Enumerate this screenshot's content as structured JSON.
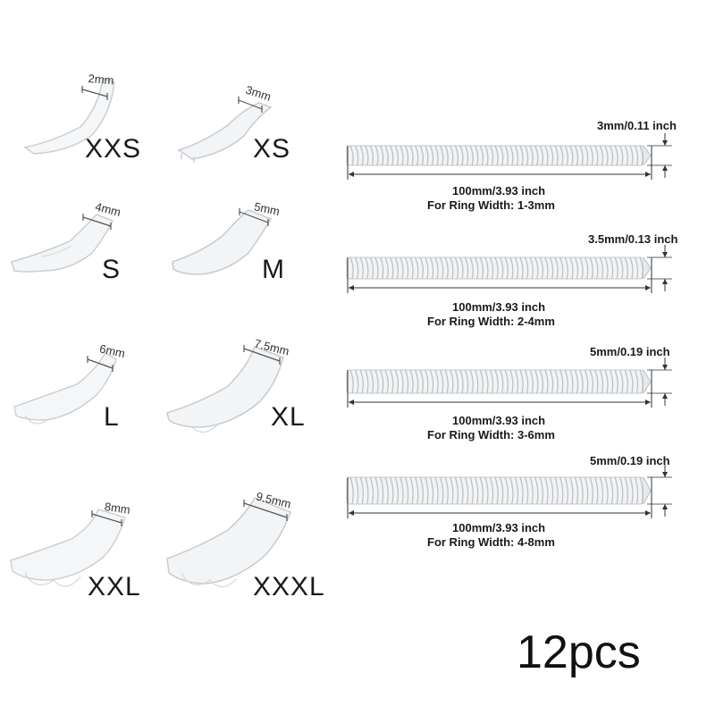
{
  "adjusters": [
    {
      "size": "XXS",
      "thickness": "2mm"
    },
    {
      "size": "XS",
      "thickness": "3mm"
    },
    {
      "size": "S",
      "thickness": "4mm"
    },
    {
      "size": "M",
      "thickness": "5mm"
    },
    {
      "size": "L",
      "thickness": "6mm"
    },
    {
      "size": "XL",
      "thickness": "7.5mm"
    },
    {
      "size": "XXL",
      "thickness": "8mm"
    },
    {
      "size": "XXXL",
      "thickness": "9.5mm"
    }
  ],
  "spirals": [
    {
      "diameter": "3mm/0.11 inch",
      "length": "100mm/3.93 inch",
      "ring_width": "For Ring Width: 1-3mm"
    },
    {
      "diameter": "3.5mm/0.13 inch",
      "length": "100mm/3.93 inch",
      "ring_width": "For Ring Width: 2-4mm"
    },
    {
      "diameter": "5mm/0.19 inch",
      "length": "100mm/3.93 inch",
      "ring_width": "For Ring Width: 3-6mm"
    },
    {
      "diameter": "5mm/0.19 inch",
      "length": "100mm/3.93 inch",
      "ring_width": "For Ring Width: 4-8mm"
    }
  ],
  "count_label": "12pcs"
}
